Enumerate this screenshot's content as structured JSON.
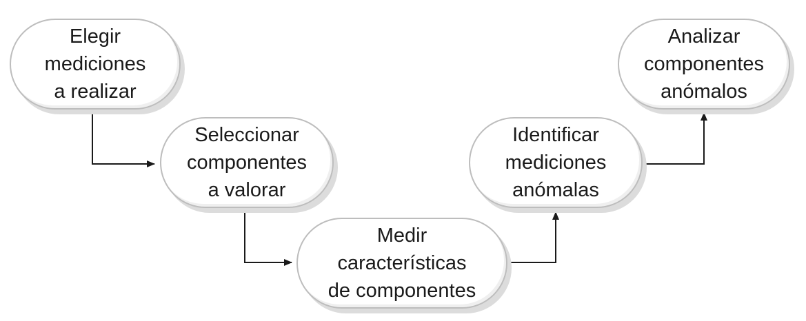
{
  "flow": {
    "steps": [
      {
        "label": "Elegir\nmediciones\na realizar"
      },
      {
        "label": "Seleccionar\ncomponentes\na valorar"
      },
      {
        "label": "Medir\ncaracterísticas\nde componentes"
      },
      {
        "label": "Identificar\nmediciones\nanómalas"
      },
      {
        "label": "Analizar\ncomponentes\nanómalos"
      }
    ]
  },
  "colors": {
    "line": "#1a1a1a",
    "node_border": "#bdbdbd",
    "node_shadow": "#dcdcdc"
  }
}
